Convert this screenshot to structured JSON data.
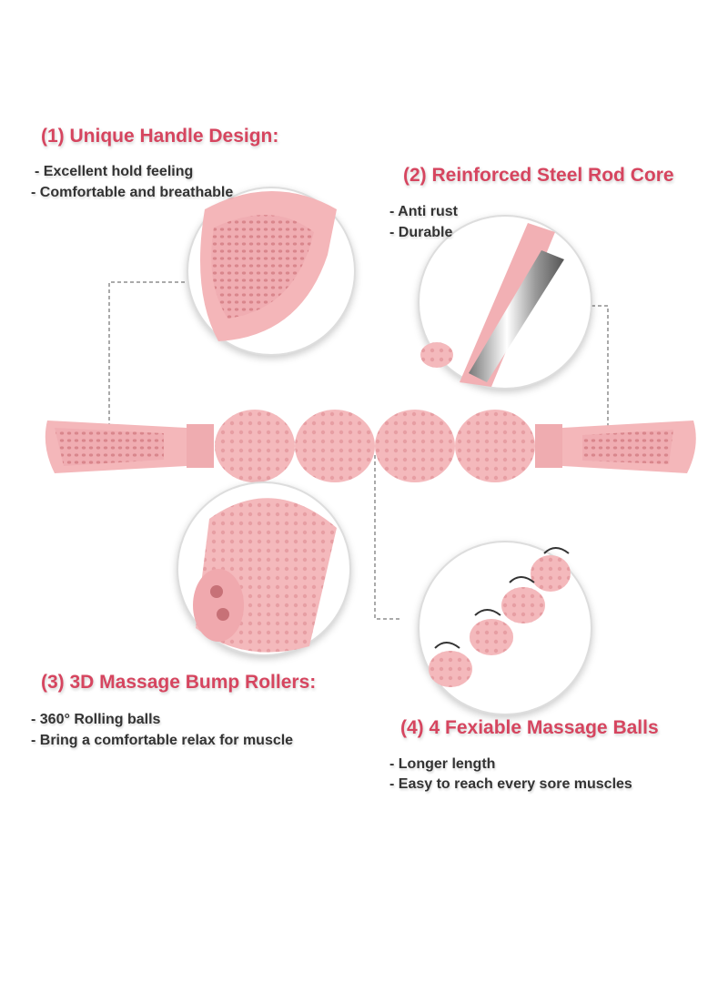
{
  "features": [
    {
      "title": "(1) Unique Handle Design:",
      "bullets": [
        "- Excellent hold feeling",
        "- Comfortable and breathable"
      ]
    },
    {
      "title": "(2) Reinforced Steel Rod Core",
      "bullets": [
        "- Anti rust",
        "- Durable"
      ]
    },
    {
      "title": "(3) 3D Massage Bump Rollers:",
      "bullets": [
        "-  360° Rolling balls",
        "- Bring  a comfortable  relax for muscle"
      ]
    },
    {
      "title": "(4) 4 Fexiable Massage Balls",
      "bullets": [
        "- Longer length",
        "- Easy to reach every sore muscles"
      ]
    }
  ],
  "colors": {
    "accent": "#d6455f",
    "product_pink": "#f2b5b8",
    "text": "#333333"
  }
}
